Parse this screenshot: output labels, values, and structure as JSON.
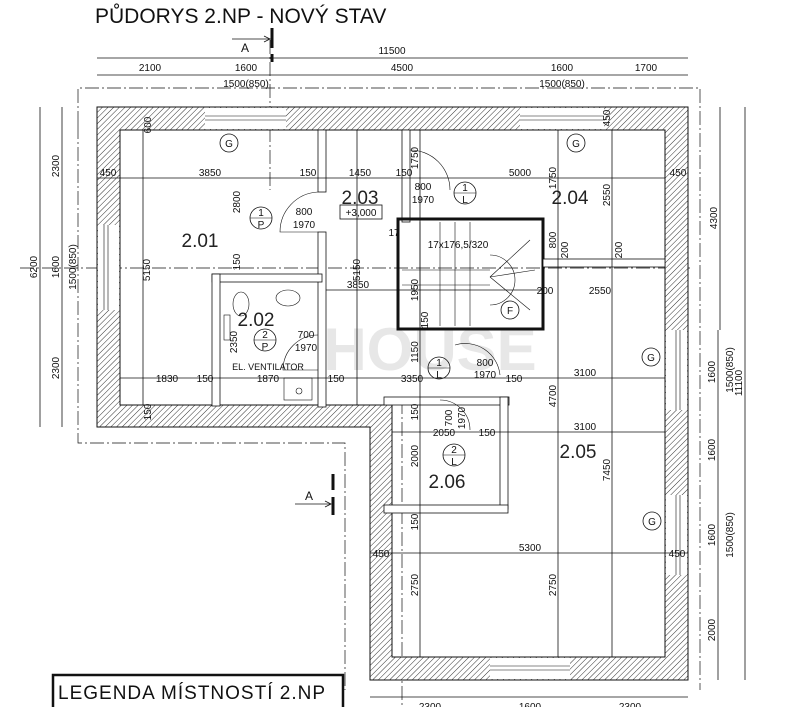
{
  "title": "PŮDORYS 2.NP - NOVÝ STAV",
  "section_mark": "A",
  "watermark": "HOUSE",
  "legend_title": "LEGENDA MÍSTNOSTÍ 2.NP",
  "level_tag": "+3,000",
  "rooms": [
    "2.01",
    "2.02",
    "2.03",
    "2.04",
    "2.05",
    "2.06"
  ],
  "fixture_label": "EL. VENTILATOR",
  "stair_label": "17x176,5/320",
  "stair_count": "17",
  "symbols": {
    "g": "G",
    "f": "F"
  },
  "doors": [
    {
      "num": "1",
      "side": "P",
      "w": "800",
      "h": "1970"
    },
    {
      "num": "2",
      "side": "P",
      "w": "700",
      "h": "1970"
    },
    {
      "num": "1",
      "side": "L",
      "w": "800",
      "h": "1970"
    },
    {
      "num": "1",
      "side": "L",
      "w": "800",
      "h": "1970"
    },
    {
      "num": "2",
      "side": "L",
      "w": "700",
      "h": "1970"
    }
  ],
  "dims_top": [
    "11500",
    "2100",
    "1600",
    "4500",
    "1600",
    "1700",
    "1500(850)",
    "1500(850)"
  ],
  "dims_left": [
    "6200",
    "2300",
    "1600",
    "2300",
    "1500(850)"
  ],
  "dims_right": [
    "4300",
    "11100",
    "1600",
    "1600",
    "1600",
    "2000",
    "1500(850)",
    "1500(850)"
  ],
  "dims_bottom": [
    "2300",
    "1600",
    "2300"
  ],
  "dims_inner": [
    "450",
    "3850",
    "150",
    "1450",
    "150",
    "5000",
    "1750",
    "1750",
    "2550",
    "450",
    "2800",
    "5150",
    "150",
    "5150",
    "3850",
    "1950",
    "800",
    "200",
    "200",
    "200",
    "2550",
    "2350",
    "1830",
    "150",
    "1870",
    "150",
    "3350",
    "150",
    "1150",
    "150",
    "3100",
    "4700",
    "150",
    "2050",
    "150",
    "3100",
    "2000",
    "7450",
    "150",
    "450",
    "5300",
    "450",
    "2750",
    "2750",
    "600",
    "450",
    "150"
  ]
}
